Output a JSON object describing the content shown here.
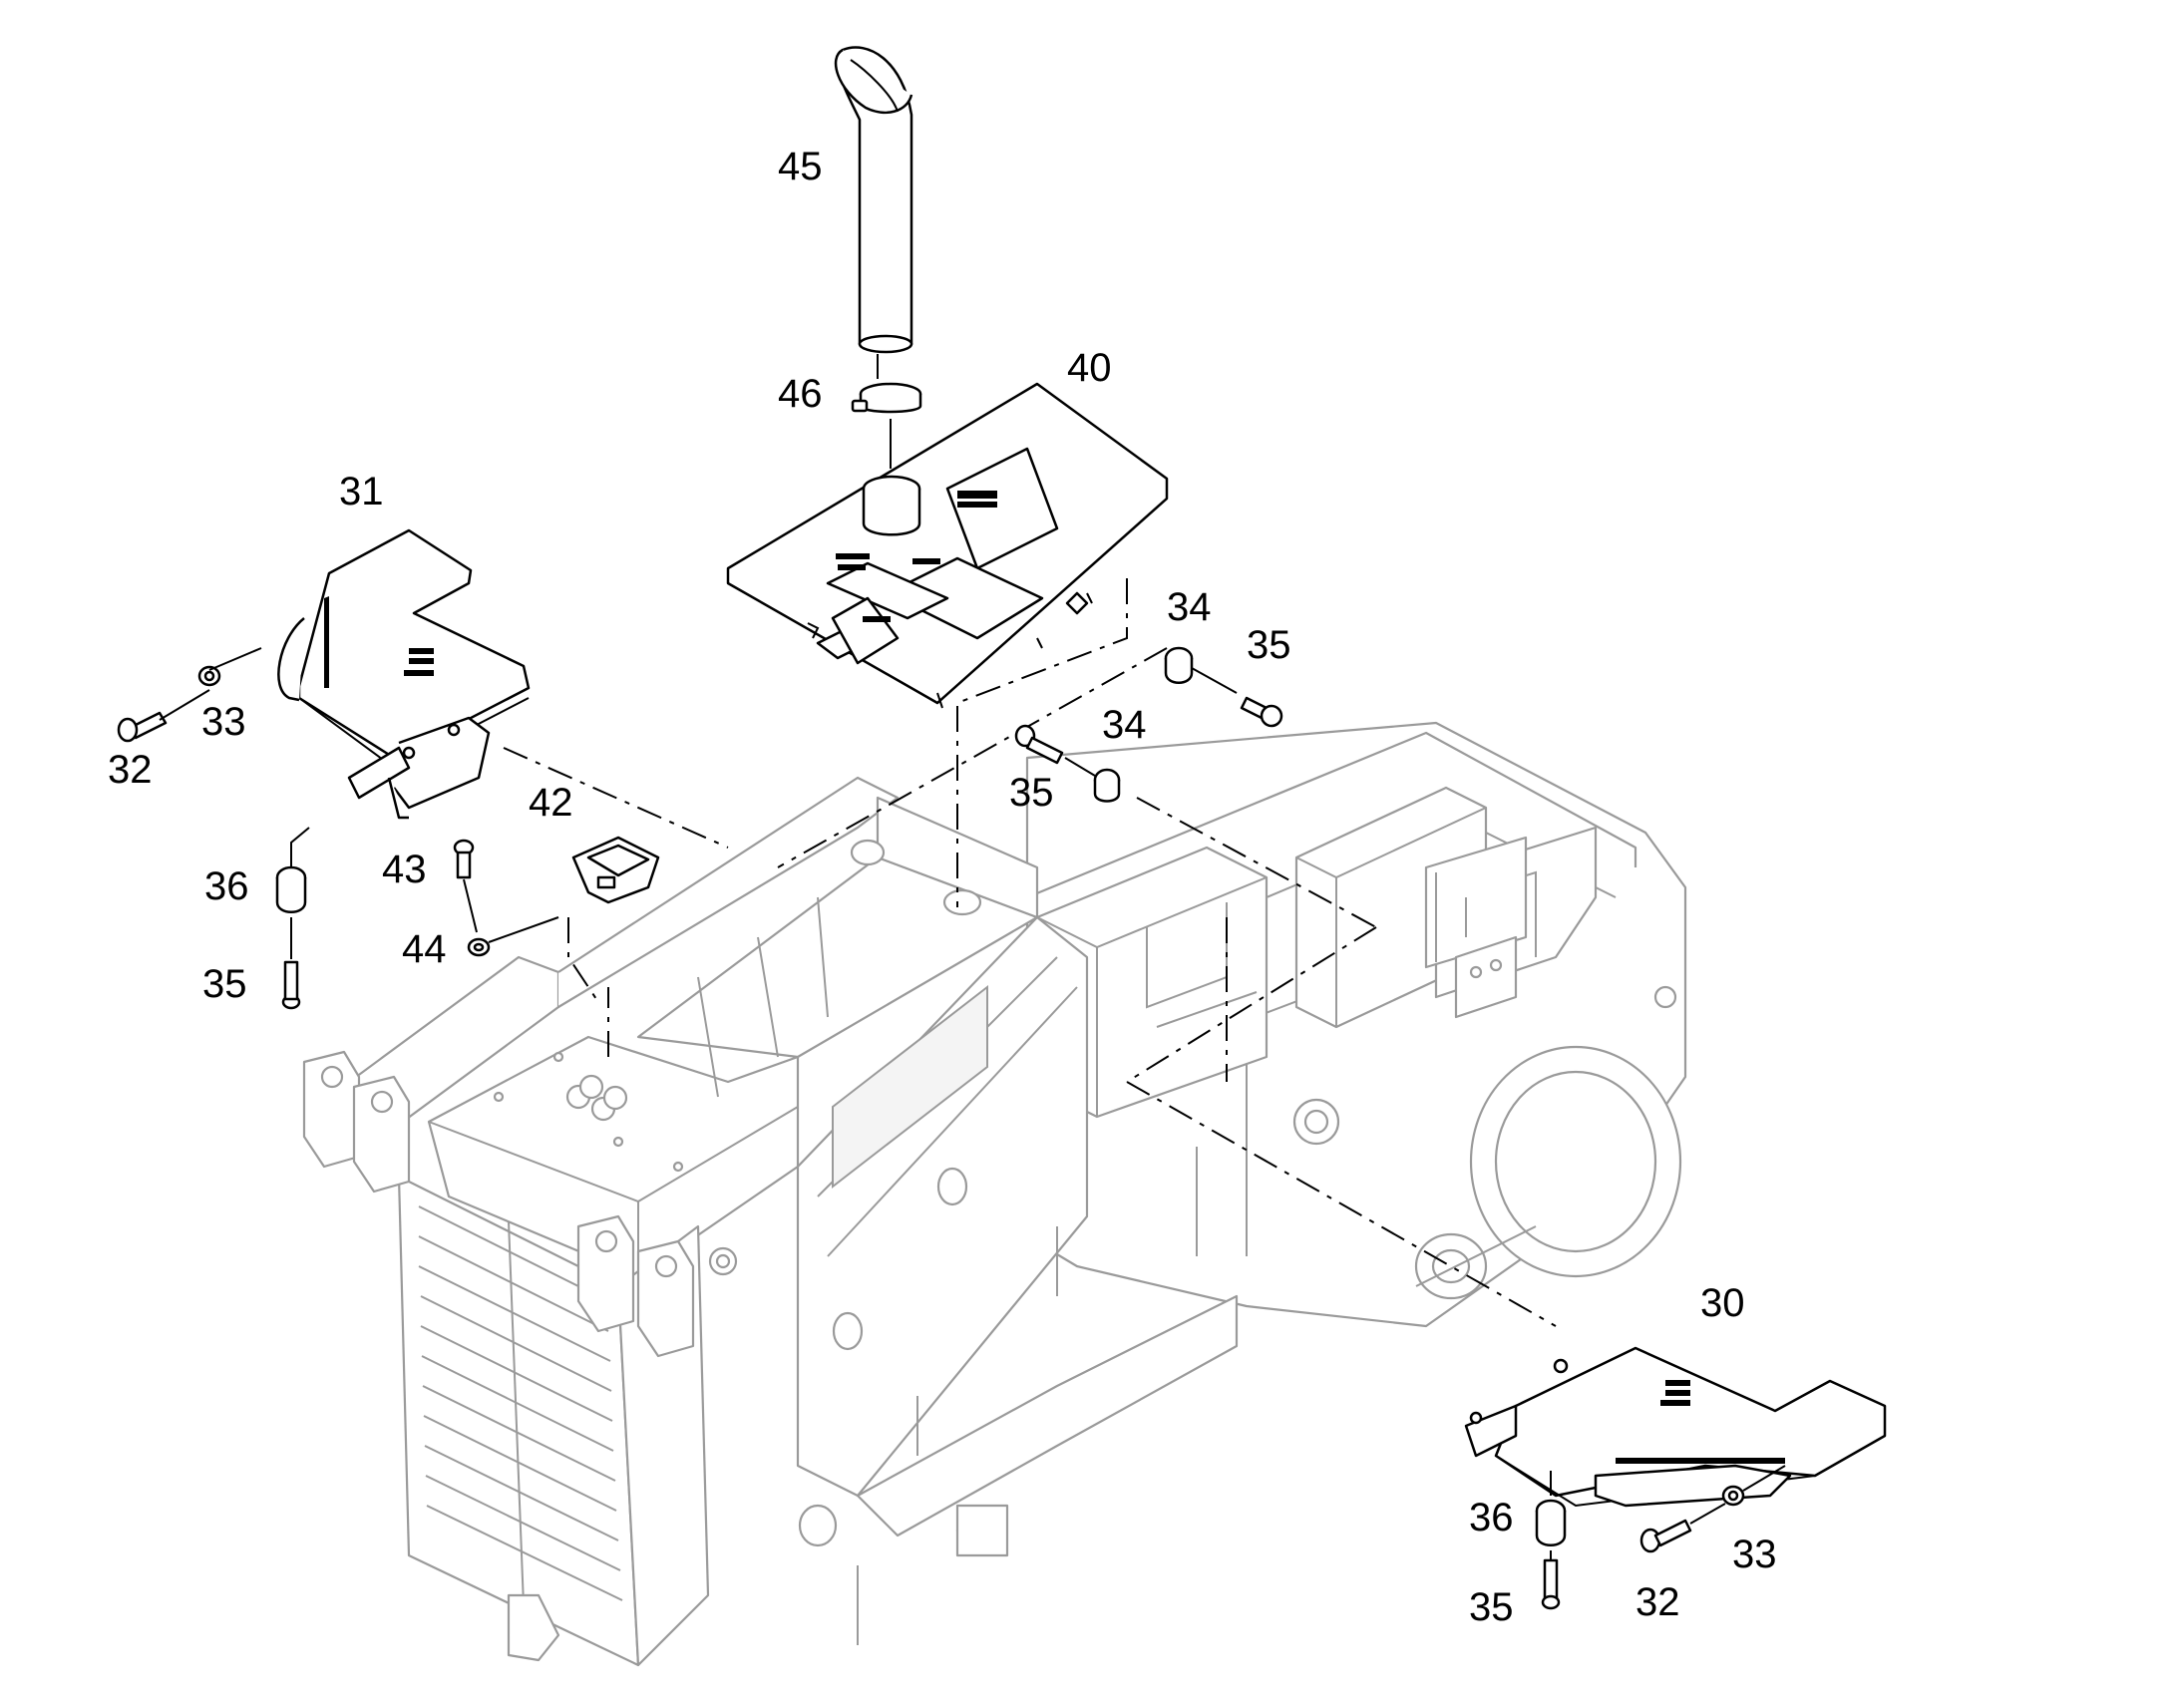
{
  "diagram": {
    "callouts": {
      "c45": "45",
      "c46": "46",
      "c40": "40",
      "c31": "31",
      "c33a": "33",
      "c32a": "32",
      "c34a": "34",
      "c35a": "35",
      "c34b": "34",
      "c35b": "35",
      "c42": "42",
      "c43": "43",
      "c44": "44",
      "c36a": "36",
      "c35c": "35",
      "c30": "30",
      "c36b": "36",
      "c35d": "35",
      "c32b": "32",
      "c33b": "33"
    }
  }
}
